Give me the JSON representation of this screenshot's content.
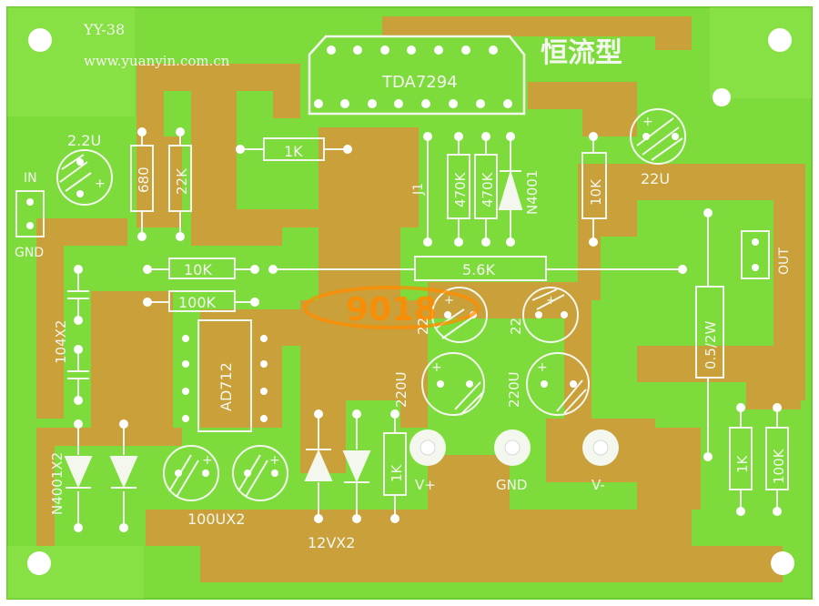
{
  "board": {
    "model": "YY-38",
    "website": "www.yuanyin.com.cn",
    "title_cn": "恒流型",
    "ic_main": "TDA7294",
    "ic_op": "AD712",
    "watermark": "9018",
    "colors": {
      "substrate": "#c9a03a",
      "mask": "#7ddc3c",
      "mask_light": "#8fe64a",
      "silkscreen": "#f4f7ee",
      "pad": "#f4f7ee",
      "watermark": "#ff8c00"
    }
  },
  "labels": {
    "in": "IN",
    "gnd": "GND",
    "out": "OUT",
    "vplus": "V+",
    "vminus": "V-",
    "gnd_center": "GND",
    "j1": "J1"
  },
  "components": {
    "cap_2u2": "2.2U",
    "cap_22u": "22U",
    "r_680": "680",
    "r_22k": "22K",
    "r_1k_top": "1K",
    "r_470k_a": "470K",
    "r_470k_b": "470K",
    "d_n4001": "N4001",
    "r_10k_right": "10K",
    "r_10k": "10K",
    "r_5k6": "5.6K",
    "r_100k": "100K",
    "c_104x2": "104X2",
    "cap_220u_a": "220U",
    "cap_220u_b": "220U",
    "cap_22_a": "22",
    "cap_22_b": "22",
    "r_05_2w": "0.5/2W",
    "d_n4001x2": "N4001X2",
    "cap_100ux2": "100UX2",
    "zener_12vx2": "12VX2",
    "r_1k_mid": "1K",
    "r_1k_right": "1K",
    "r_100k_right": "100K"
  }
}
